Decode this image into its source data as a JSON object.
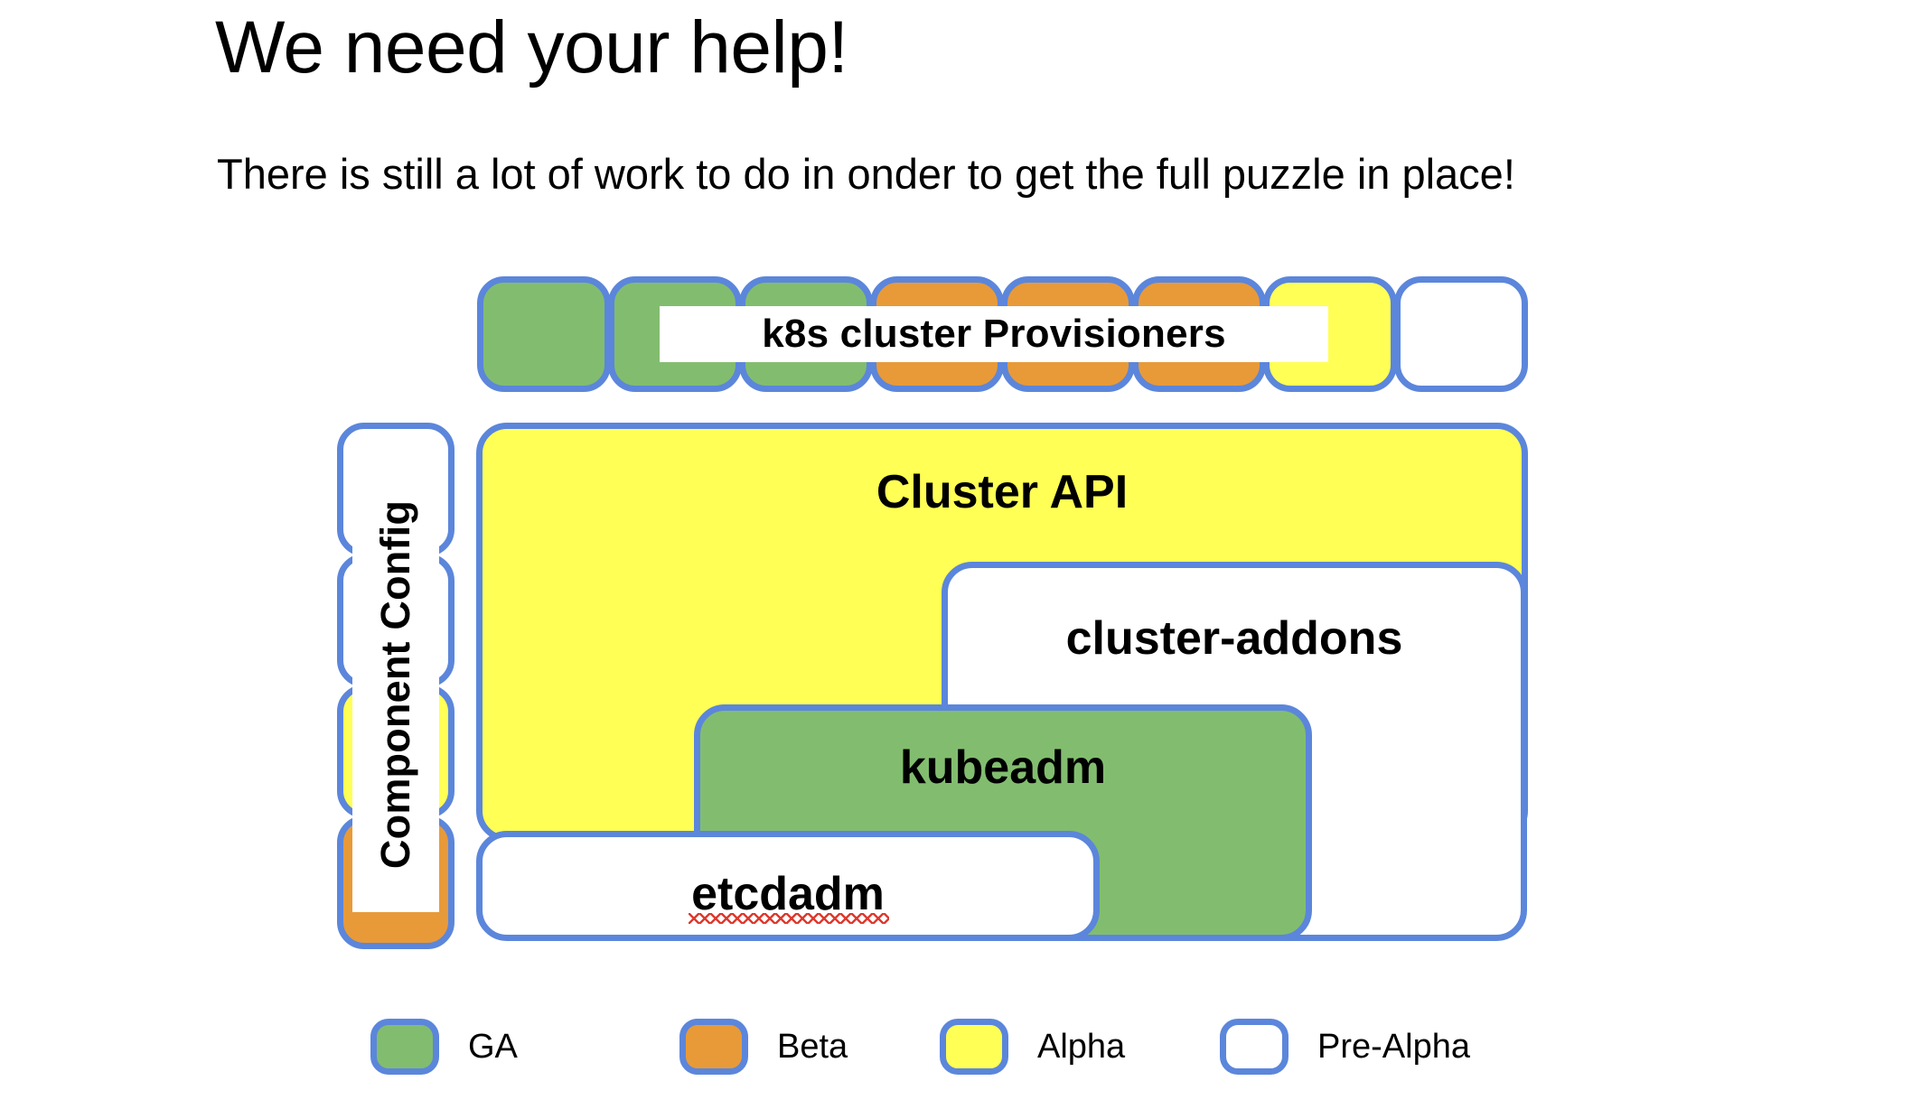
{
  "slide": {
    "title": "We need your help!",
    "subtitle": "There is still a lot of work to do in onder to get the full puzzle in place!"
  },
  "provisioners": {
    "label": "k8s cluster Provisioners",
    "tiles": [
      {
        "status": "ga",
        "status_label": "GA"
      },
      {
        "status": "ga",
        "status_label": "GA"
      },
      {
        "status": "ga",
        "status_label": "GA"
      },
      {
        "status": "beta",
        "status_label": "Beta"
      },
      {
        "status": "beta",
        "status_label": "Beta"
      },
      {
        "status": "beta",
        "status_label": "Beta"
      },
      {
        "status": "alpha",
        "status_label": "Alpha"
      },
      {
        "status": "prealpha",
        "status_label": "Pre-Alpha"
      }
    ]
  },
  "component_config": {
    "label": "Component Config",
    "tiles": [
      {
        "status": "prealpha",
        "status_label": "Pre-Alpha"
      },
      {
        "status": "prealpha",
        "status_label": "Pre-Alpha"
      },
      {
        "status": "alpha",
        "status_label": "Alpha"
      },
      {
        "status": "beta",
        "status_label": "Beta"
      }
    ]
  },
  "components": [
    {
      "name": "Cluster API",
      "status": "alpha",
      "status_label": "Alpha"
    },
    {
      "name": "cluster-addons",
      "status": "prealpha",
      "status_label": "Pre-Alpha"
    },
    {
      "name": "kubeadm",
      "status": "ga",
      "status_label": "GA"
    },
    {
      "name": "etcdadm",
      "status": "prealpha",
      "status_label": "Pre-Alpha",
      "spellcheck_flagged": true
    }
  ],
  "legend": {
    "items": [
      {
        "label": "GA",
        "status": "ga",
        "color": "#82bd6f"
      },
      {
        "label": "Beta",
        "status": "beta",
        "color": "#e89a38"
      },
      {
        "label": "Alpha",
        "status": "alpha",
        "color": "#ffff55"
      },
      {
        "label": "Pre-Alpha",
        "status": "prealpha",
        "color": "#ffffff"
      }
    ]
  },
  "colors": {
    "border": "#5b86db",
    "ga": "#82bd6f",
    "beta": "#e89a38",
    "alpha": "#ffff55",
    "prealpha": "#ffffff",
    "spellcheck_underline": "#e03a2f"
  }
}
